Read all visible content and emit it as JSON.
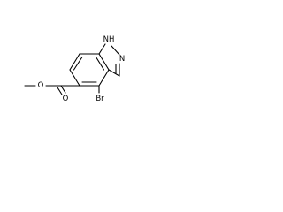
{
  "molecule": {
    "atoms": {
      "n1h": "NH",
      "n2": "N",
      "br": "Br",
      "o_carbonyl": "O",
      "o_ester": "O"
    }
  }
}
